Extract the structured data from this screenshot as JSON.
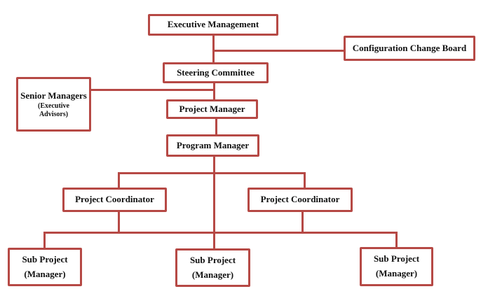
{
  "diagram": {
    "type": "org-chart",
    "colors": {
      "line": "#B64945",
      "border": "#B64945",
      "fill": "#FFFFFF",
      "text": "#111111"
    },
    "nodes": {
      "executive_management": {
        "label": "Executive Management"
      },
      "configuration_change_board": {
        "label": "Configuration Change Board"
      },
      "steering_committee": {
        "label": "Steering Committee"
      },
      "senior_managers": {
        "label": "Senior Managers",
        "sublabel": "(Executive Advisors)"
      },
      "project_manager": {
        "label": "Project Manager"
      },
      "program_manager": {
        "label": "Program Manager"
      },
      "project_coordinator_left": {
        "label": "Project Coordinator"
      },
      "project_coordinator_right": {
        "label": "Project Coordinator"
      },
      "sub_project_manager_1": {
        "label": "Sub Project",
        "sublabel": "(Manager)"
      },
      "sub_project_manager_2": {
        "label": "Sub Project",
        "sublabel": "(Manager)"
      },
      "sub_project_manager_3": {
        "label": "Sub Project",
        "sublabel": "(Manager)"
      }
    }
  }
}
